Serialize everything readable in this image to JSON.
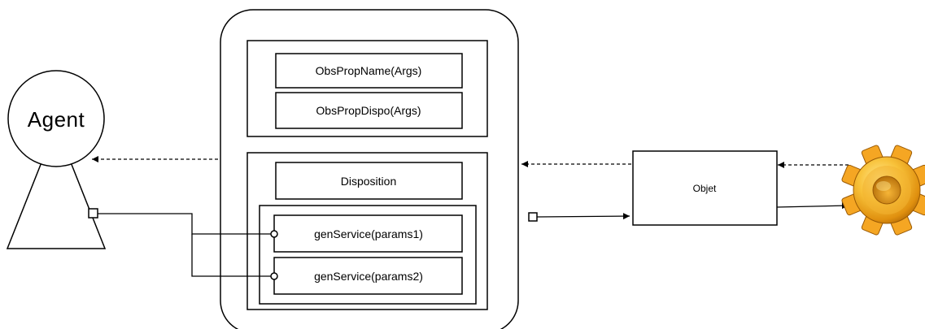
{
  "agent": {
    "label": "Agent"
  },
  "artifact": {
    "properties": [
      "ObsPropName(Args)",
      "ObsPropDispo(Args)"
    ],
    "disposition_label": "Disposition",
    "services": [
      "genService(params1)",
      "genService(params2)"
    ]
  },
  "object": {
    "label": "Objet"
  },
  "icons": {
    "device": "gear-icon"
  },
  "colors": {
    "gear_light": "#ffd75a",
    "gear_mid": "#f5a623",
    "gear_dark": "#c4780a",
    "gear_outline": "#9a5a05"
  }
}
